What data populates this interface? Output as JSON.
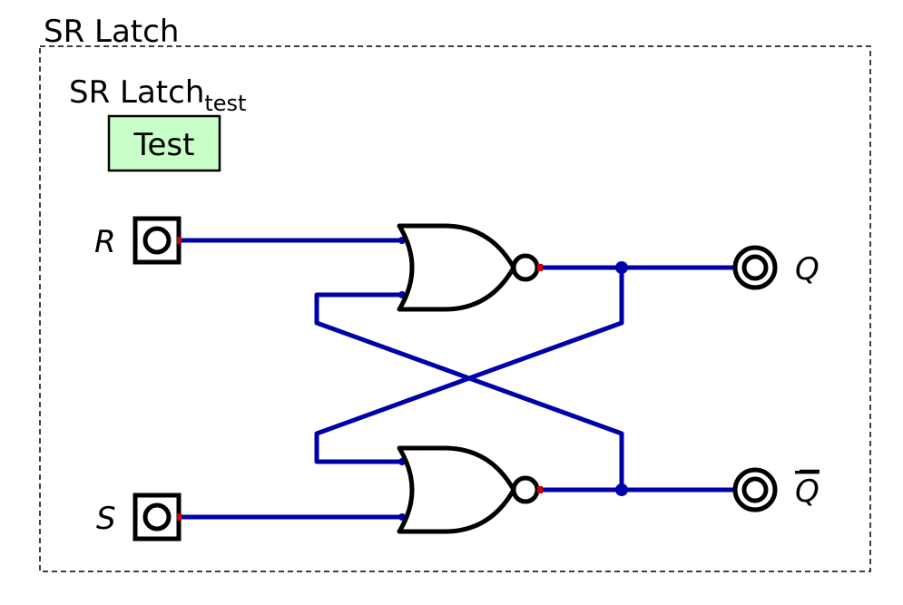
{
  "frame": {
    "title": "SR Latch"
  },
  "test_panel": {
    "caption": "SR Latch",
    "caption_sub": "test",
    "button_label": "Test",
    "button_color": "#c8ffc8"
  },
  "inputs": [
    {
      "label": "R"
    },
    {
      "label": "S"
    }
  ],
  "outputs": [
    {
      "label": "Q",
      "overline": false
    },
    {
      "label": "Q",
      "overline": true
    }
  ],
  "gates": [
    {
      "type": "NOR"
    },
    {
      "type": "NOR"
    }
  ],
  "colors": {
    "wire": "#0000aa",
    "pin": "#cc0000",
    "outline": "#000000"
  }
}
